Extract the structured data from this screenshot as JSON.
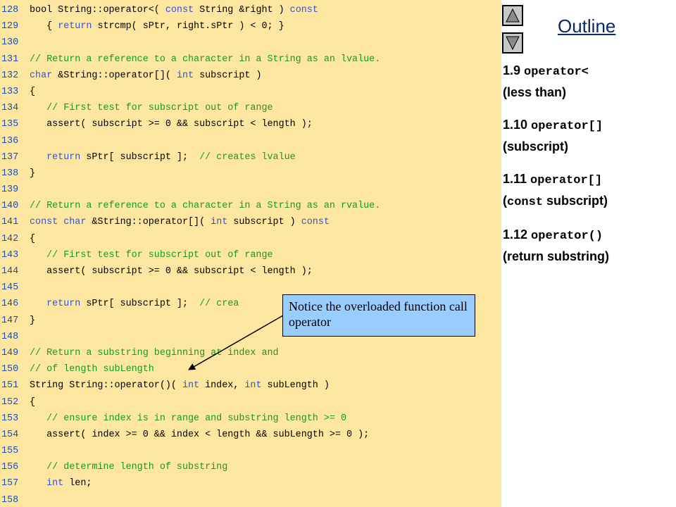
{
  "code": {
    "lines": [
      {
        "no": "128",
        "segs": [
          {
            "t": "bool String::operator<( ",
            "c": "tx"
          },
          {
            "t": "const",
            "c": "kw"
          },
          {
            "t": " String &right ) ",
            "c": "tx"
          },
          {
            "t": "const",
            "c": "kw"
          }
        ]
      },
      {
        "no": "129",
        "segs": [
          {
            "t": "   { ",
            "c": "tx"
          },
          {
            "t": "return",
            "c": "kw"
          },
          {
            "t": " strcmp( sPtr, right.sPtr ) < 0; }",
            "c": "tx"
          }
        ]
      },
      {
        "no": "130",
        "segs": []
      },
      {
        "no": "131",
        "segs": [
          {
            "t": "// Return a reference to a character in a String as an lvalue.",
            "c": "cm"
          }
        ]
      },
      {
        "no": "132",
        "segs": [
          {
            "t": "char",
            "c": "kw"
          },
          {
            "t": " &String::operator[]( ",
            "c": "tx"
          },
          {
            "t": "int",
            "c": "kw"
          },
          {
            "t": " subscript )",
            "c": "tx"
          }
        ]
      },
      {
        "no": "133",
        "segs": [
          {
            "t": "{",
            "c": "tx"
          }
        ]
      },
      {
        "no": "134",
        "segs": [
          {
            "t": "   // First test for subscript out of range",
            "c": "cm"
          }
        ]
      },
      {
        "no": "135",
        "segs": [
          {
            "t": "   assert( subscript >= 0 && subscript < length );",
            "c": "tx"
          }
        ]
      },
      {
        "no": "136",
        "segs": []
      },
      {
        "no": "137",
        "segs": [
          {
            "t": "   ",
            "c": "tx"
          },
          {
            "t": "return",
            "c": "kw"
          },
          {
            "t": " sPtr[ subscript ];  ",
            "c": "tx"
          },
          {
            "t": "// creates lvalue",
            "c": "cm"
          }
        ]
      },
      {
        "no": "138",
        "segs": [
          {
            "t": "}",
            "c": "tx"
          }
        ]
      },
      {
        "no": "139",
        "segs": []
      },
      {
        "no": "140",
        "segs": [
          {
            "t": "// Return a reference to a character in a String as an rvalue.",
            "c": "cm"
          }
        ]
      },
      {
        "no": "141",
        "segs": [
          {
            "t": "const char",
            "c": "kw"
          },
          {
            "t": " &String::operator[]( ",
            "c": "tx"
          },
          {
            "t": "int",
            "c": "kw"
          },
          {
            "t": " subscript ) ",
            "c": "tx"
          },
          {
            "t": "const",
            "c": "kw"
          }
        ]
      },
      {
        "no": "142",
        "segs": [
          {
            "t": "{",
            "c": "tx"
          }
        ]
      },
      {
        "no": "143",
        "segs": [
          {
            "t": "   // First test for subscript out of range",
            "c": "cm"
          }
        ]
      },
      {
        "no": "144",
        "segs": [
          {
            "t": "   assert( subscript >= 0 && subscript < length );",
            "c": "tx"
          }
        ]
      },
      {
        "no": "145",
        "segs": []
      },
      {
        "no": "146",
        "segs": [
          {
            "t": "   ",
            "c": "tx"
          },
          {
            "t": "return",
            "c": "kw"
          },
          {
            "t": " sPtr[ subscript ];  ",
            "c": "tx"
          },
          {
            "t": "// crea",
            "c": "cm"
          }
        ]
      },
      {
        "no": "147",
        "segs": [
          {
            "t": "}",
            "c": "tx"
          }
        ]
      },
      {
        "no": "148",
        "segs": []
      },
      {
        "no": "149",
        "segs": [
          {
            "t": "// Return a substring beginning at index and",
            "c": "cm"
          }
        ]
      },
      {
        "no": "150",
        "segs": [
          {
            "t": "// of length subLength",
            "c": "cm"
          }
        ]
      },
      {
        "no": "151",
        "segs": [
          {
            "t": "String String::operator()( ",
            "c": "tx"
          },
          {
            "t": "int",
            "c": "kw"
          },
          {
            "t": " index, ",
            "c": "tx"
          },
          {
            "t": "int",
            "c": "kw"
          },
          {
            "t": " subLength )",
            "c": "tx"
          }
        ]
      },
      {
        "no": "152",
        "segs": [
          {
            "t": "{",
            "c": "tx"
          }
        ]
      },
      {
        "no": "153",
        "segs": [
          {
            "t": "   // ensure index is in range and substring length >= 0",
            "c": "cm"
          }
        ]
      },
      {
        "no": "154",
        "segs": [
          {
            "t": "   assert( index >= 0 && index < length && subLength >= 0 );",
            "c": "tx"
          }
        ]
      },
      {
        "no": "155",
        "segs": []
      },
      {
        "no": "156",
        "segs": [
          {
            "t": "   // determine length of substring",
            "c": "cm"
          }
        ]
      },
      {
        "no": "157",
        "segs": [
          {
            "t": "   ",
            "c": "tx"
          },
          {
            "t": "int",
            "c": "kw"
          },
          {
            "t": " len;",
            "c": "tx"
          }
        ]
      },
      {
        "no": "158",
        "segs": []
      }
    ]
  },
  "callout": {
    "text": "Notice the overloaded function call operator"
  },
  "sidebar": {
    "title": "Outline",
    "nav_up_icon": "triangle-up-icon",
    "nav_down_icon": "triangle-down-icon",
    "items": [
      {
        "lines": [
          [
            {
              "t": "1.9 ",
              "m": false
            },
            {
              "t": "operator<",
              "m": true
            }
          ],
          [
            {
              "t": "(less than)",
              "m": false
            }
          ]
        ]
      },
      {
        "lines": [
          [
            {
              "t": "1.10 ",
              "m": false
            },
            {
              "t": "operator[]",
              "m": true
            }
          ],
          [
            {
              "t": "(subscript)",
              "m": false
            }
          ]
        ]
      },
      {
        "lines": [
          [
            {
              "t": "1.11 ",
              "m": false
            },
            {
              "t": "operator[]",
              "m": true
            }
          ],
          [
            {
              "t": "(",
              "m": false
            },
            {
              "t": "const",
              "m": true
            },
            {
              "t": " subscript)",
              "m": false
            }
          ]
        ]
      },
      {
        "lines": [
          [
            {
              "t": "1.12 ",
              "m": false
            },
            {
              "t": "operator()",
              "m": true
            }
          ],
          [
            {
              "t": "(return substring)",
              "m": false
            }
          ]
        ]
      }
    ]
  },
  "colors": {
    "code_background": "#fde6a0",
    "keyword": "#2f55d4",
    "comment": "#169c1a",
    "callout_background": "#99ccff",
    "title": "#0a2a66"
  }
}
